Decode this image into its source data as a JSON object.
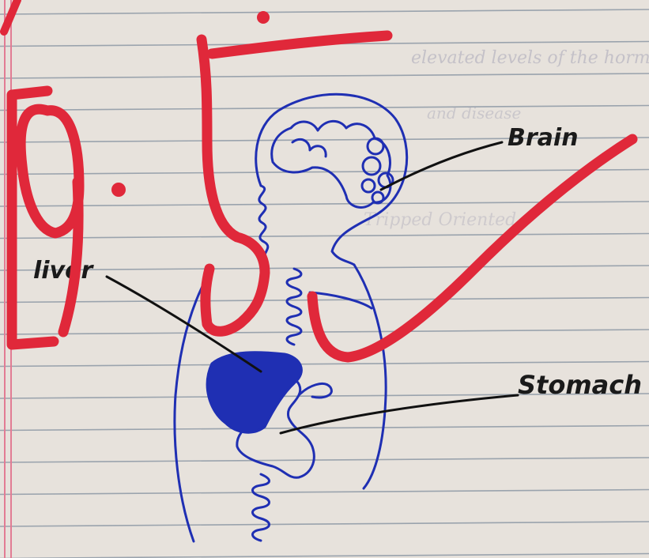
{
  "page": {
    "paper_color": "#e7e2dc",
    "rule_color": "#9aa3ad",
    "margin_color": "#e27c94",
    "faded_text": [
      "elevated levels of the hormone",
      "and disease",
      "Tripped Oriented"
    ]
  },
  "annotation": {
    "question_number": "9.",
    "ink_color": "#e0283a"
  },
  "diagram": {
    "ink_color": "#1f2fb3",
    "labels": {
      "brain": "Brain",
      "liver": "liver",
      "stomach": "Stomach"
    }
  }
}
